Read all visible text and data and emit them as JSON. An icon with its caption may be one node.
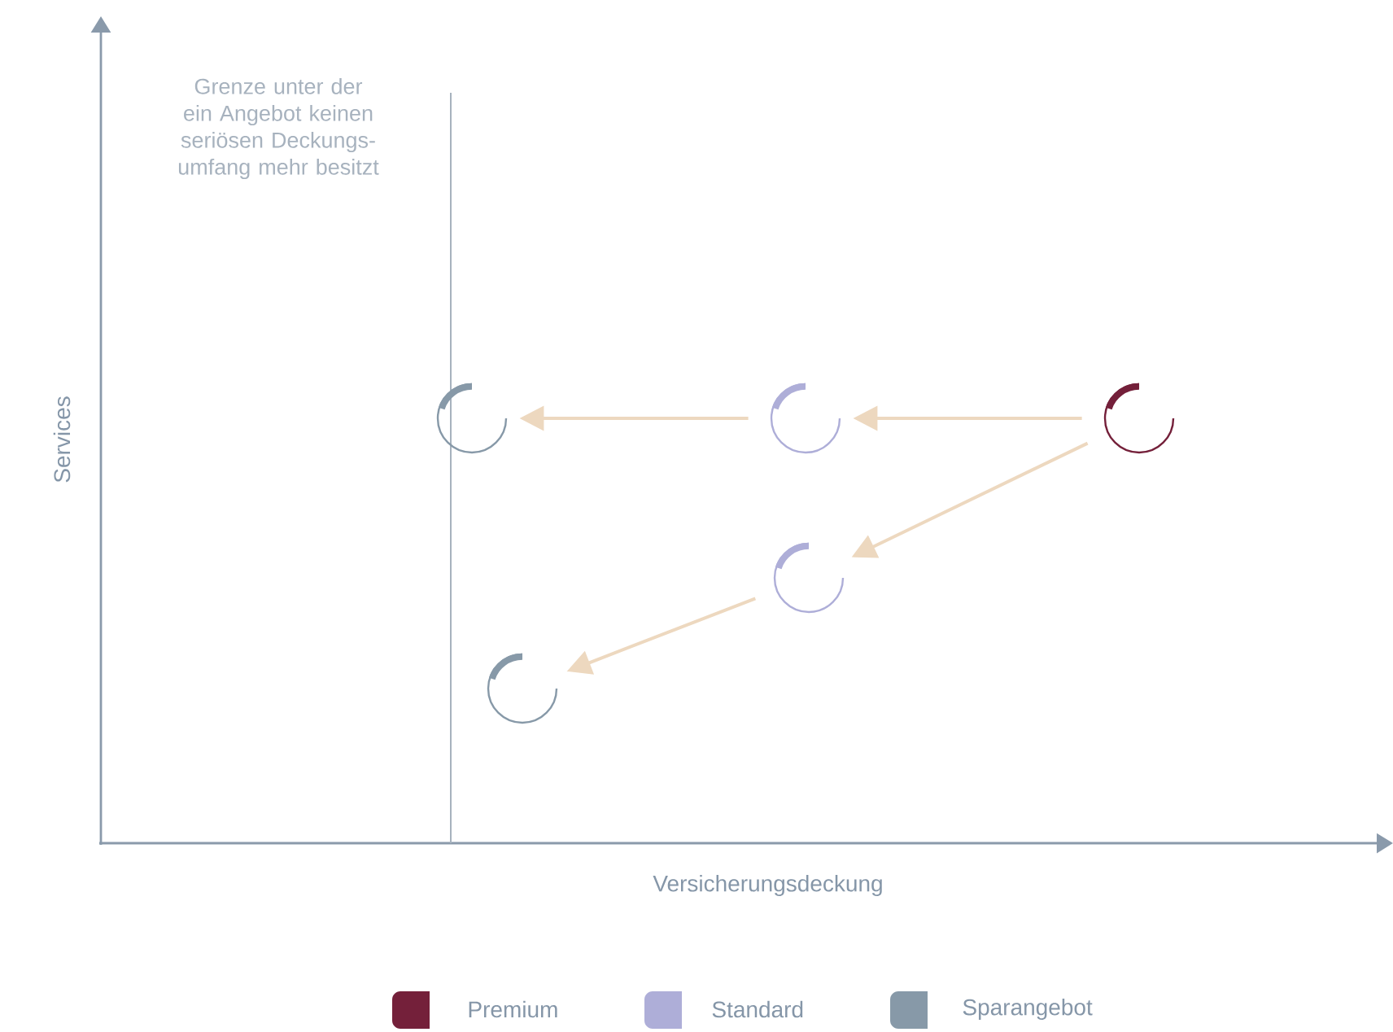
{
  "diagram": {
    "nodes": [
      {
        "text": [],
        "shape": "circle"
      },
      {
        "text": [],
        "shape": "circle"
      },
      {
        "text": [],
        "shape": "circle"
      },
      {
        "text": [],
        "shape": "circle"
      },
      {
        "text": [],
        "shape": "circle"
      }
    ],
    "edges": [
      {
        "from": 2,
        "to": 1,
        "arrow": "to"
      },
      {
        "from": 1,
        "to": 0,
        "arrow": "to"
      },
      {
        "from": 2,
        "to": 3,
        "arrow": "to"
      },
      {
        "from": 3,
        "to": 4,
        "arrow": "to"
      }
    ],
    "labels": [
      "Grenze unter der ein Angebot keinen seriösen Deckungs- umfang mehr besitzt",
      "Services",
      "Versicherungsdeckung"
    ],
    "legend": [
      {
        "text": "Premium",
        "color": "#74203a"
      },
      {
        "text": "Standard",
        "color": "#aeaed8"
      },
      {
        "text": "Sparangebot",
        "color": "#8799a8"
      }
    ]
  }
}
